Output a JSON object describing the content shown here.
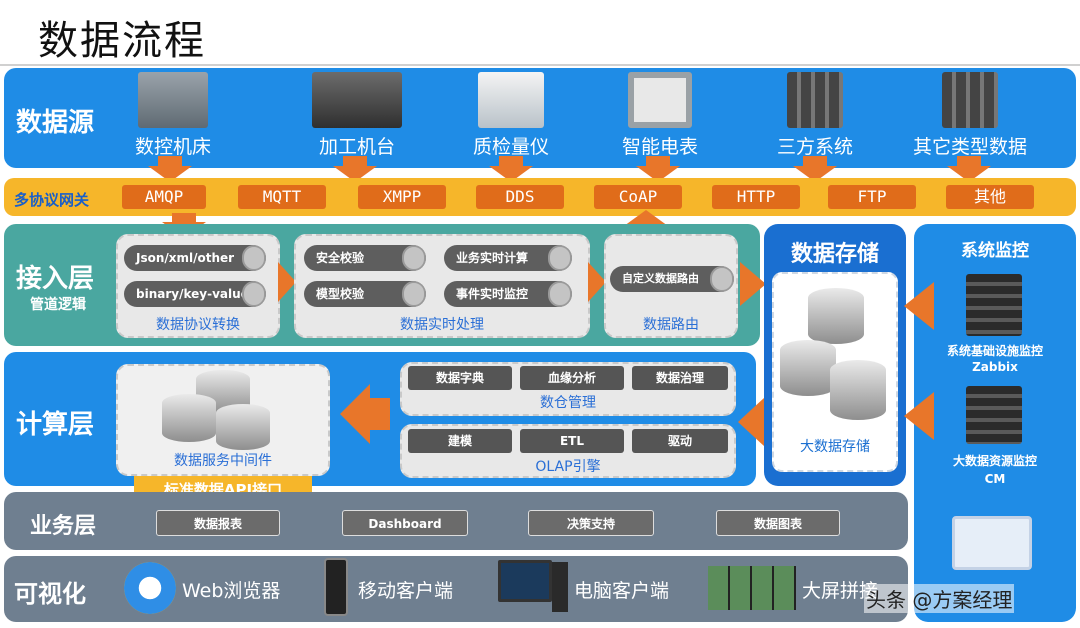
{
  "title": "数据流程",
  "source": {
    "label": "数据源",
    "items": [
      "数控机床",
      "加工机台",
      "质检量仪",
      "智能电表",
      "三方系统",
      "其它类型数据"
    ]
  },
  "gateway": {
    "label": "多协议网关",
    "protocols": [
      "AMQP",
      "MQTT",
      "XMPP",
      "DDS",
      "CoAP",
      "HTTP",
      "FTP",
      "其他"
    ]
  },
  "access": {
    "label": "接入层",
    "sublabel": "管道逻辑",
    "convert": {
      "pills": [
        "Json/xml/other",
        "binary/key-value"
      ],
      "caption": "数据协议转换"
    },
    "realtime": {
      "pills": [
        "安全校验",
        "业务实时计算",
        "模型校验",
        "事件实时监控"
      ],
      "caption": "数据实时处理"
    },
    "routing": {
      "pill": "自定义数据路由",
      "caption": "数据路由"
    }
  },
  "storage": {
    "label": "数据存储",
    "caption": "大数据存储"
  },
  "monitor": {
    "label": "系统监控",
    "items": [
      {
        "name": "系统基础设施监控",
        "tool": "Zabbix"
      },
      {
        "name": "大数据资源监控",
        "tool": "CM"
      }
    ]
  },
  "compute": {
    "label": "计算层",
    "middleware_caption": "数据服务中间件",
    "api_label": "标准数据API接口",
    "warehouse": {
      "items": [
        "数据字典",
        "血缘分析",
        "数据治理"
      ],
      "caption": "数仓管理"
    },
    "olap": {
      "items": [
        "建模",
        "ETL",
        "驱动"
      ],
      "caption": "OLAP引擎"
    }
  },
  "business": {
    "label": "业务层",
    "items": [
      "数据报表",
      "Dashboard",
      "决策支持",
      "数据图表"
    ]
  },
  "visual": {
    "label": "可视化",
    "items": [
      "Web浏览器",
      "移动客户端",
      "电脑客户端",
      "大屏拼接"
    ]
  },
  "watermark": "头条 @方案经理",
  "colors": {
    "blue": "#1f8ce6",
    "teal": "#4aa7a0",
    "orange": "#e8762a",
    "gold": "#f6b62a",
    "grey": "#6f7f90",
    "navy": "#1a6fd1"
  }
}
